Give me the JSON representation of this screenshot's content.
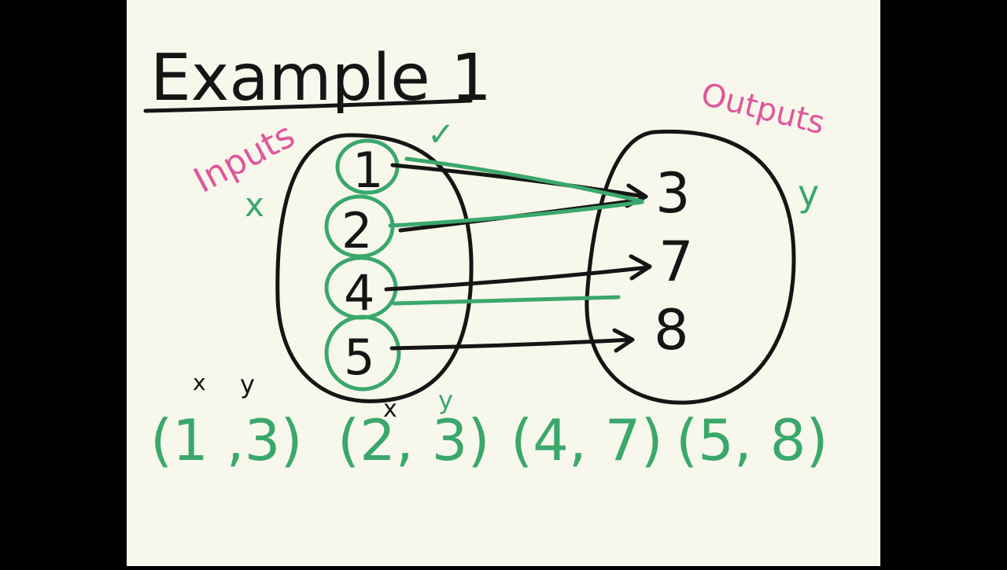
{
  "title": "Example 1",
  "inputs_label": "Inputs",
  "inputs_var": "x",
  "outputs_label": "Outputs",
  "outputs_var": "y",
  "inputs": [
    "1",
    "2",
    "4",
    "5"
  ],
  "outputs": [
    "3",
    "7",
    "8"
  ],
  "check_mark": "✓",
  "pairs": [
    {
      "x": "1",
      "y": "3",
      "text": "(1 ,3)"
    },
    {
      "x": "2",
      "y": "3",
      "text": "(2, 3)"
    },
    {
      "x": "4",
      "y": "7",
      "text": "(4, 7)"
    },
    {
      "x": "5",
      "y": "8",
      "text": "(5, 8)"
    }
  ],
  "pair_x_label": "x",
  "pair_y_label": "y",
  "colors": {
    "paper": "#f8f7ec",
    "ink": "#151515",
    "green": "#3aa86b",
    "pink": "#e0569b"
  }
}
